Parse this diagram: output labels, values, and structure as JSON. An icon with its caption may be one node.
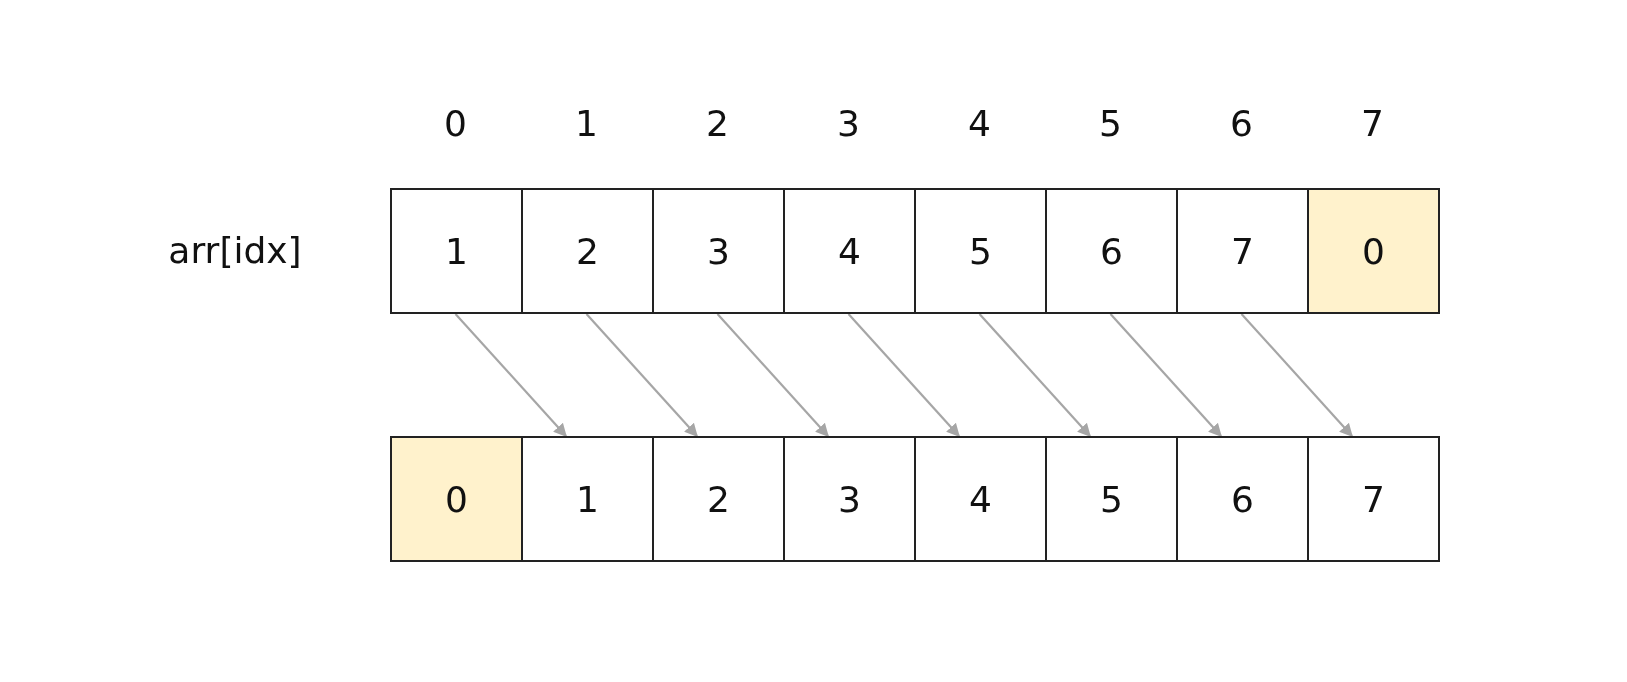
{
  "diagram": {
    "nodes": [
      {
        "text": [
          "1"
        ]
      },
      {
        "text": [
          "2"
        ]
      },
      {
        "text": [
          "3"
        ]
      },
      {
        "text": [
          "4"
        ]
      },
      {
        "text": [
          "5"
        ]
      },
      {
        "text": [
          "6"
        ]
      },
      {
        "text": [
          "7"
        ]
      },
      {
        "text": [
          "0"
        ]
      },
      {
        "text": [
          "0"
        ]
      },
      {
        "text": [
          "1"
        ]
      },
      {
        "text": [
          "2"
        ]
      },
      {
        "text": [
          "3"
        ]
      },
      {
        "text": [
          "4"
        ]
      },
      {
        "text": [
          "5"
        ]
      },
      {
        "text": [
          "6"
        ]
      },
      {
        "text": [
          "7"
        ]
      }
    ],
    "edges": [
      {
        "from": 0,
        "to": 9,
        "arrow": "to"
      },
      {
        "from": 1,
        "to": 10,
        "arrow": "to"
      },
      {
        "from": 2,
        "to": 11,
        "arrow": "to"
      },
      {
        "from": 3,
        "to": 12,
        "arrow": "to"
      },
      {
        "from": 4,
        "to": 13,
        "arrow": "to"
      },
      {
        "from": 5,
        "to": 14,
        "arrow": "to"
      },
      {
        "from": 6,
        "to": 15,
        "arrow": "to"
      }
    ],
    "labels": [
      "0",
      "1",
      "2",
      "3",
      "4",
      "5",
      "6",
      "7",
      "arr[idx]"
    ]
  }
}
